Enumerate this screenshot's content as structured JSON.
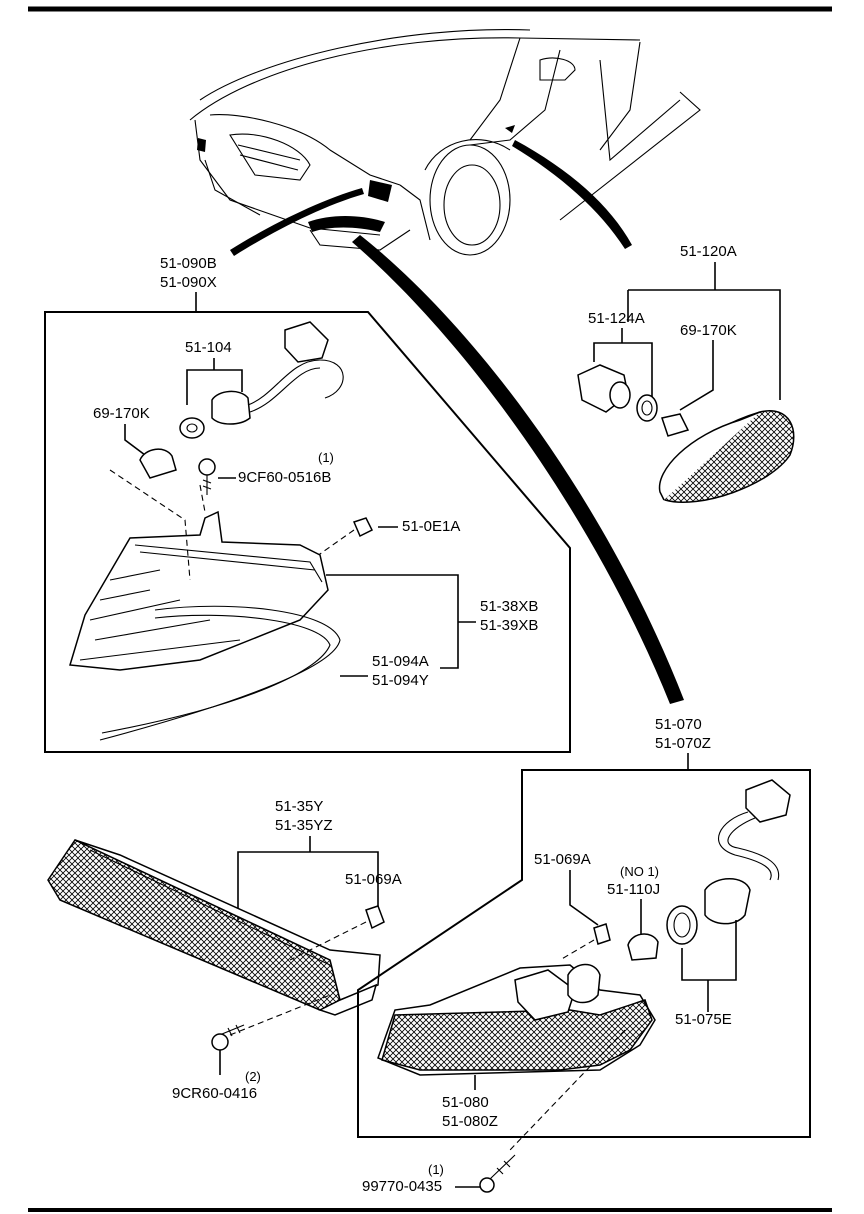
{
  "diagram": {
    "callouts": {
      "front_combination_lamp": [
        "51-090B",
        "51-090X"
      ],
      "socket_a": "51-104",
      "bulb_a": "69-170K",
      "screw_a_qty": "(1)",
      "screw_a": "9CF60-0516B",
      "clip_a": "51-0E1A",
      "lens_a": [
        "51-38XB",
        "51-39XB"
      ],
      "gasket_a": [
        "51-094A",
        "51-094Y"
      ],
      "side_marker": "51-120A",
      "socket_b": "51-124A",
      "bulb_b": "69-170K",
      "front_turn_lamp": [
        "51-070",
        "51-070Z"
      ],
      "rear_unit": [
        "51-35Y",
        "51-35YZ"
      ],
      "clip_b": "51-069A",
      "screw_b_qty": "(2)",
      "screw_b": "9CR60-0416",
      "clip_c": "51-069A",
      "bulb_c_qty": "(NO 1)",
      "bulb_c": "51-110J",
      "socket_c": "51-075E",
      "lens_c": [
        "51-080",
        "51-080Z"
      ],
      "screw_c_qty": "(1)",
      "screw_c": "99770-0435"
    }
  }
}
